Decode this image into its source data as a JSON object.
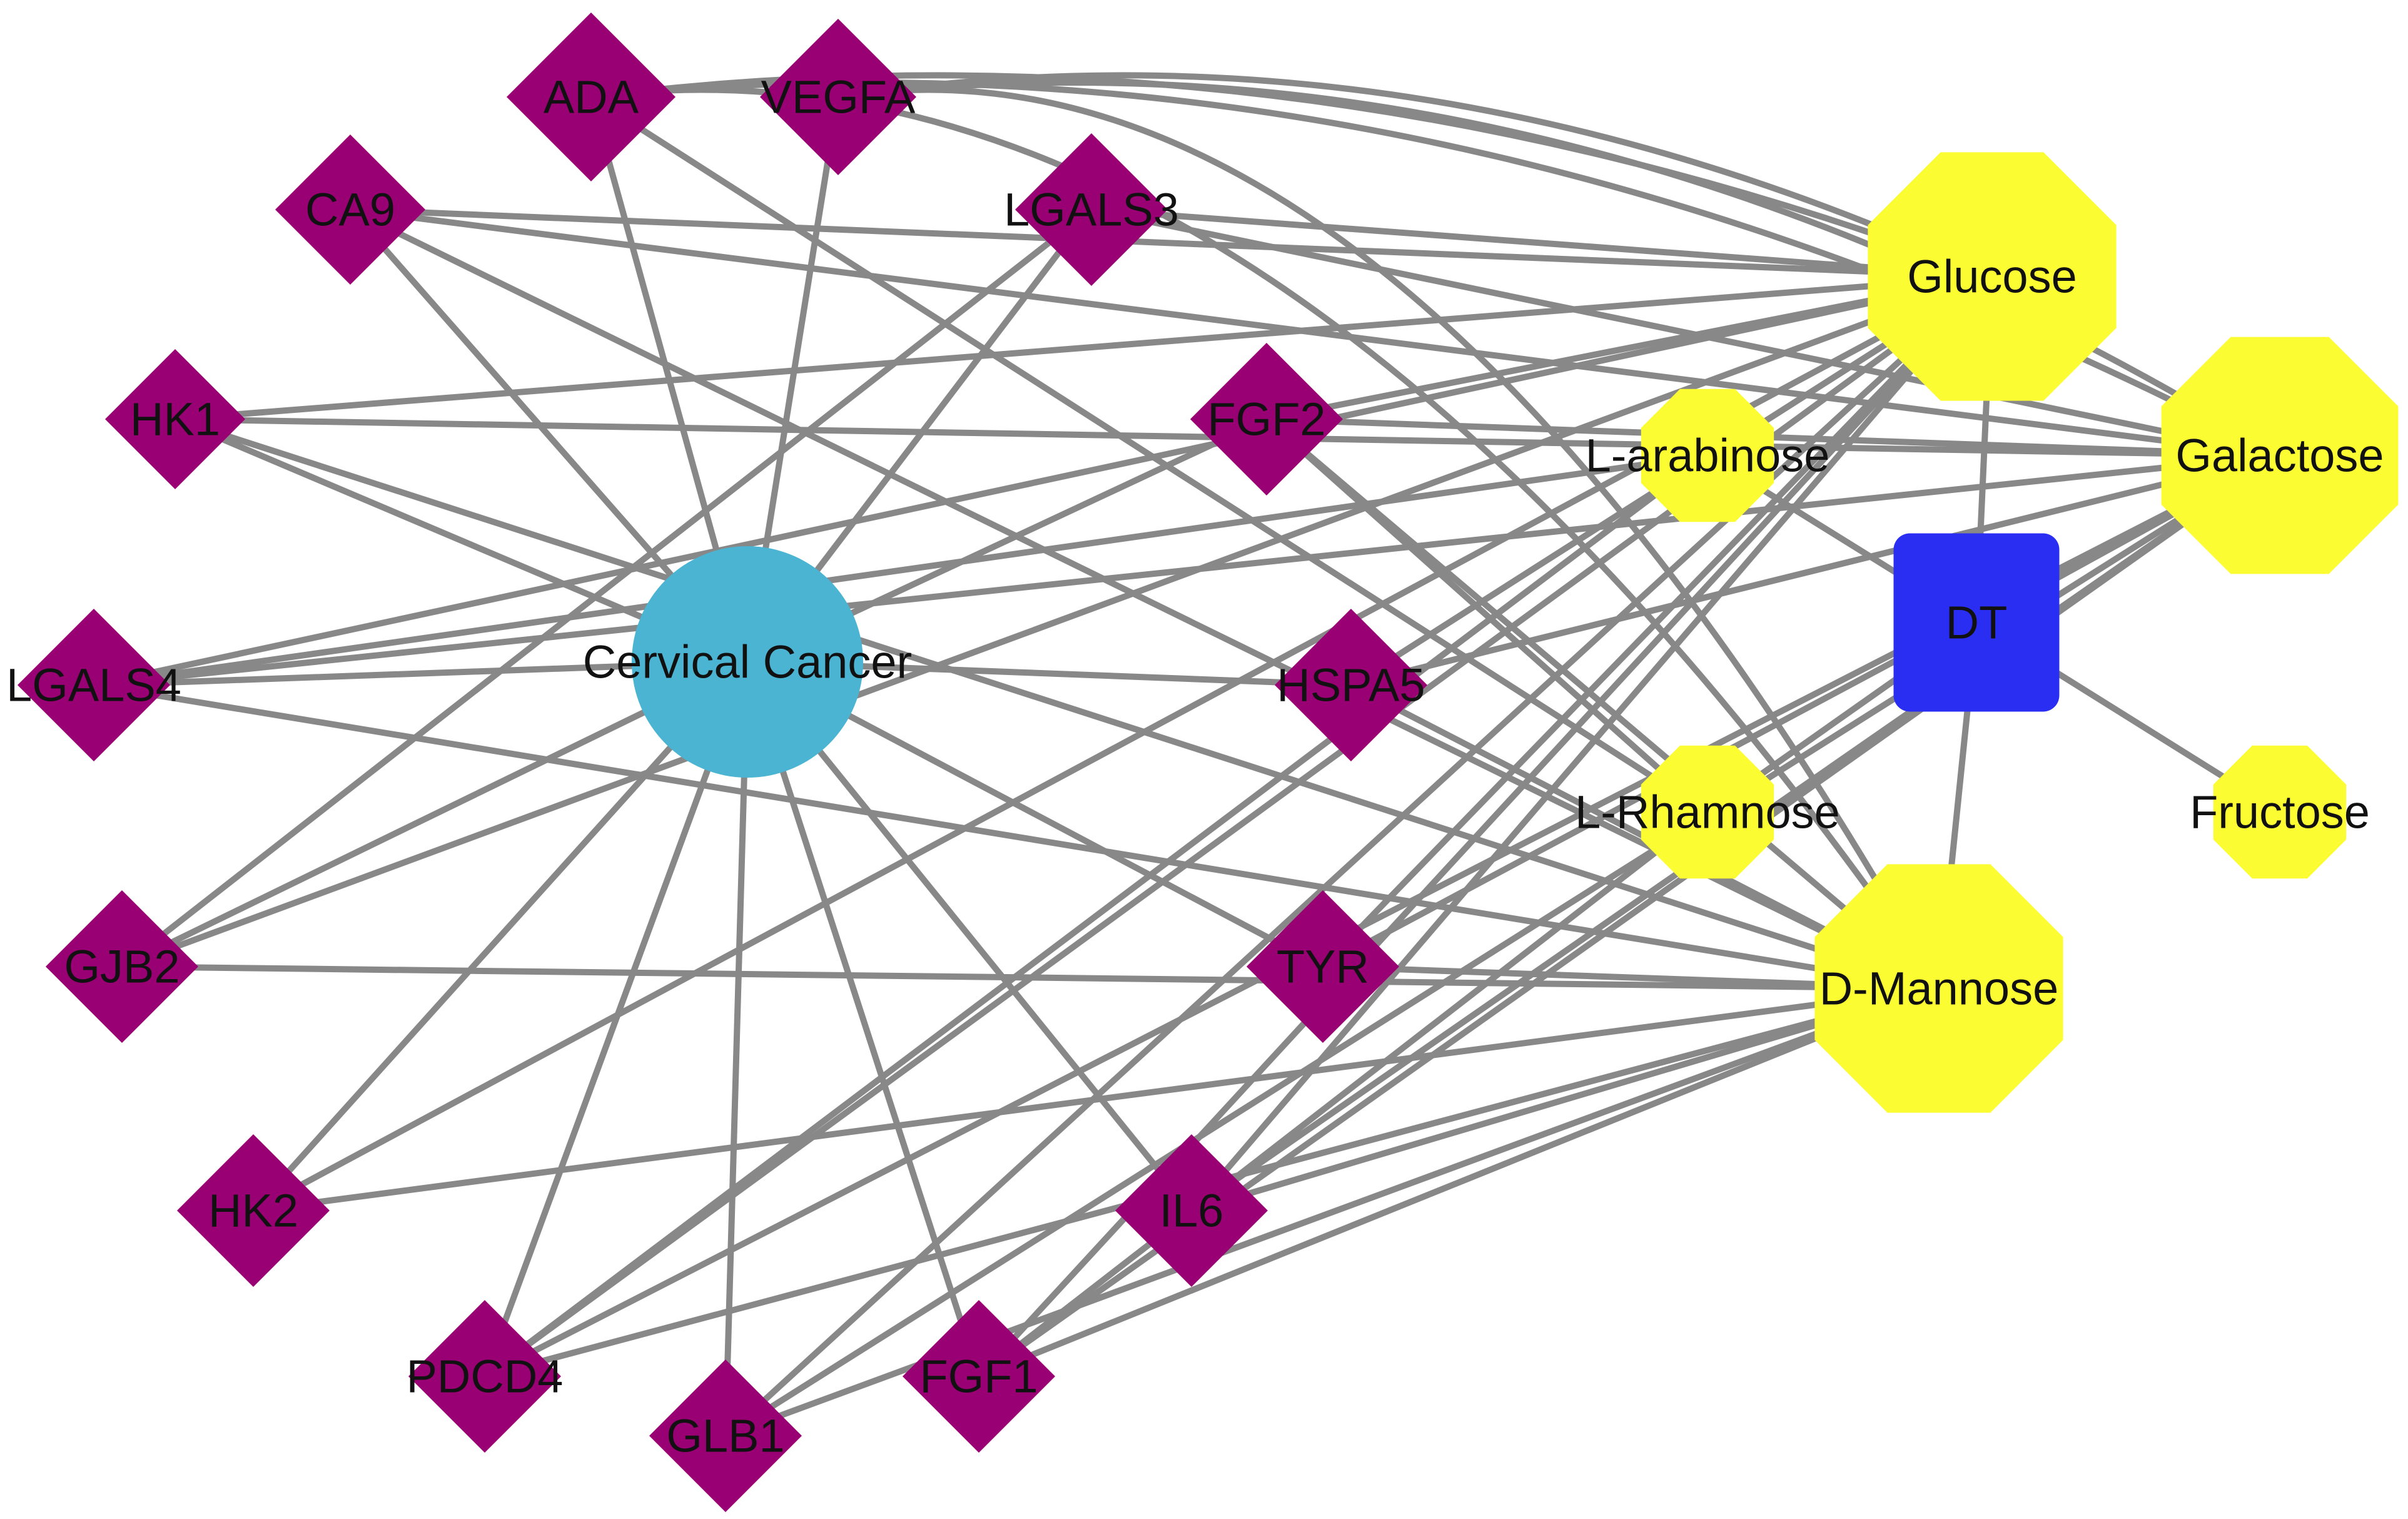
{
  "colors": {
    "gene": "#990073",
    "disease": "#4bb4d2",
    "herb": "#2a2ef2",
    "component": "#fcfc33",
    "edge": "#888888"
  },
  "nodes": [
    {
      "id": "ADA",
      "label": "ADA",
      "type": "gene"
    },
    {
      "id": "VEGFA",
      "label": "VEGFA",
      "type": "gene"
    },
    {
      "id": "CA9",
      "label": "CA9",
      "type": "gene"
    },
    {
      "id": "LGALS3",
      "label": "LGALS3",
      "type": "gene"
    },
    {
      "id": "HK1",
      "label": "HK1",
      "type": "gene"
    },
    {
      "id": "FGF2",
      "label": "FGF2",
      "type": "gene"
    },
    {
      "id": "LGALS4",
      "label": "LGALS4",
      "type": "gene"
    },
    {
      "id": "HSPA5",
      "label": "HSPA5",
      "type": "gene"
    },
    {
      "id": "GJB2",
      "label": "GJB2",
      "type": "gene"
    },
    {
      "id": "TYR",
      "label": "TYR",
      "type": "gene"
    },
    {
      "id": "HK2",
      "label": "HK2",
      "type": "gene"
    },
    {
      "id": "IL6",
      "label": "IL6",
      "type": "gene"
    },
    {
      "id": "PDCD4",
      "label": "PDCD4",
      "type": "gene"
    },
    {
      "id": "GLB1",
      "label": "GLB1",
      "type": "gene"
    },
    {
      "id": "FGF1",
      "label": "FGF1",
      "type": "gene"
    },
    {
      "id": "CervicalCancer",
      "label": "Cervical Cancer",
      "type": "disease"
    },
    {
      "id": "DT",
      "label": "DT",
      "type": "herb"
    },
    {
      "id": "Glucose",
      "label": "Glucose",
      "type": "component"
    },
    {
      "id": "Galactose",
      "label": "Galactose",
      "type": "component"
    },
    {
      "id": "Larabinose",
      "label": "L-arabinose",
      "type": "component"
    },
    {
      "id": "LRhamnose",
      "label": "L-Rhamnose",
      "type": "component"
    },
    {
      "id": "Fructose",
      "label": "Fructose",
      "type": "component"
    },
    {
      "id": "DMannose",
      "label": "D-Mannose",
      "type": "component"
    }
  ],
  "edges": [
    [
      "CervicalCancer",
      "ADA"
    ],
    [
      "CervicalCancer",
      "VEGFA"
    ],
    [
      "CervicalCancer",
      "CA9"
    ],
    [
      "CervicalCancer",
      "LGALS3"
    ],
    [
      "CervicalCancer",
      "HK1"
    ],
    [
      "CervicalCancer",
      "LGALS4"
    ],
    [
      "CervicalCancer",
      "HSPA5"
    ],
    [
      "CervicalCancer",
      "GJB2"
    ],
    [
      "CervicalCancer",
      "HK2"
    ],
    [
      "CervicalCancer",
      "IL6"
    ],
    [
      "CervicalCancer",
      "PDCD4"
    ],
    [
      "CervicalCancer",
      "GLB1"
    ],
    [
      "CervicalCancer",
      "FGF1"
    ],
    [
      "CervicalCancer",
      "FGF2"
    ],
    [
      "CervicalCancer",
      "TYR"
    ],
    [
      "DT",
      "Glucose"
    ],
    [
      "DT",
      "Galactose"
    ],
    [
      "DT",
      "Larabinose"
    ],
    [
      "DT",
      "LRhamnose"
    ],
    [
      "DT",
      "Fructose"
    ],
    [
      "DT",
      "DMannose"
    ],
    [
      "ADA",
      "Glucose"
    ],
    [
      "ADA",
      "Galactose"
    ],
    [
      "ADA",
      "DMannose"
    ],
    [
      "ADA",
      "LRhamnose"
    ],
    [
      "VEGFA",
      "Glucose"
    ],
    [
      "VEGFA",
      "Galactose"
    ],
    [
      "VEGFA",
      "DMannose"
    ],
    [
      "CA9",
      "Glucose"
    ],
    [
      "CA9",
      "Galactose"
    ],
    [
      "CA9",
      "DMannose"
    ],
    [
      "LGALS3",
      "Glucose"
    ],
    [
      "LGALS3",
      "Galactose"
    ],
    [
      "LGALS3",
      "GJB2"
    ],
    [
      "HK1",
      "Glucose"
    ],
    [
      "HK1",
      "Galactose"
    ],
    [
      "HK1",
      "DMannose"
    ],
    [
      "FGF2",
      "Glucose"
    ],
    [
      "FGF2",
      "Galactose"
    ],
    [
      "FGF2",
      "DMannose"
    ],
    [
      "FGF2",
      "LRhamnose"
    ],
    [
      "LGALS4",
      "Glucose"
    ],
    [
      "LGALS4",
      "Galactose"
    ],
    [
      "LGALS4",
      "DMannose"
    ],
    [
      "HSPA5",
      "Glucose"
    ],
    [
      "HSPA5",
      "Galactose"
    ],
    [
      "HSPA5",
      "DMannose"
    ],
    [
      "GJB2",
      "Glucose"
    ],
    [
      "GJB2",
      "DMannose"
    ],
    [
      "TYR",
      "Glucose"
    ],
    [
      "TYR",
      "Galactose"
    ],
    [
      "TYR",
      "DMannose"
    ],
    [
      "HK2",
      "Glucose"
    ],
    [
      "HK2",
      "DMannose"
    ],
    [
      "IL6",
      "Glucose"
    ],
    [
      "IL6",
      "Galactose"
    ],
    [
      "IL6",
      "DMannose"
    ],
    [
      "PDCD4",
      "Glucose"
    ],
    [
      "PDCD4",
      "Galactose"
    ],
    [
      "PDCD4",
      "DMannose"
    ],
    [
      "GLB1",
      "Glucose"
    ],
    [
      "GLB1",
      "Galactose"
    ],
    [
      "GLB1",
      "DMannose"
    ],
    [
      "FGF1",
      "Glucose"
    ],
    [
      "FGF1",
      "Galactose"
    ],
    [
      "FGF1",
      "DMannose"
    ],
    [
      "PDCD4",
      "Larabinose"
    ],
    [
      "LGALS4",
      "Larabinose"
    ],
    [
      "FGF1",
      "LRhamnose"
    ]
  ]
}
